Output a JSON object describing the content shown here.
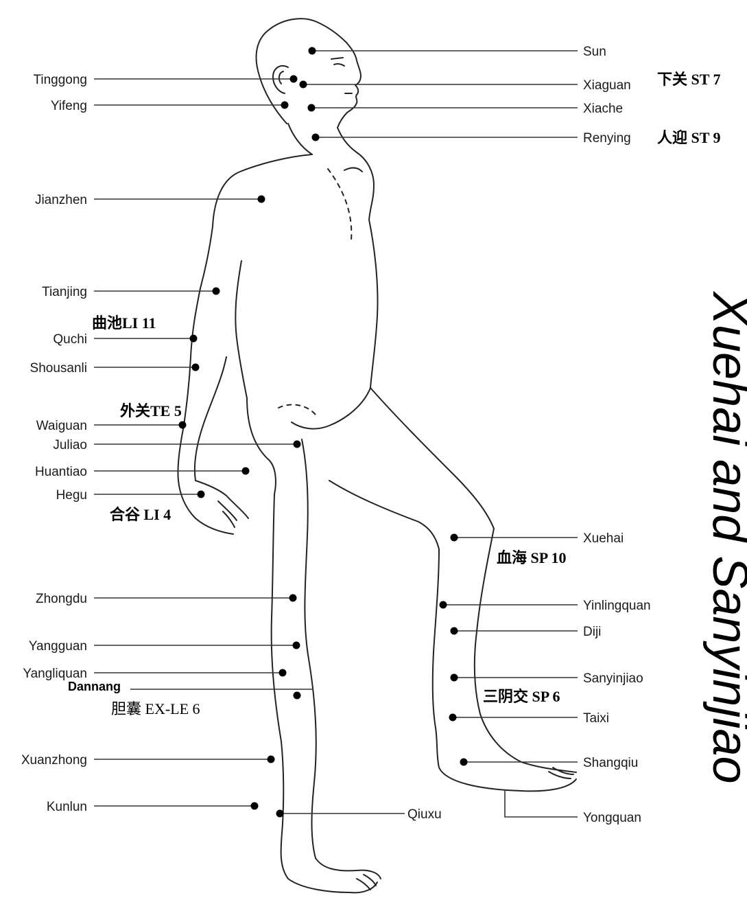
{
  "side_title": "Xuehai and Sanyinjiao",
  "points": {
    "sun": "Sun",
    "tinggong": "Tinggong",
    "xiaguan": "Xiaguan",
    "yifeng": "Yifeng",
    "xiache": "Xiache",
    "renying": "Renying",
    "jianzhen": "Jianzhen",
    "tianjing": "Tianjing",
    "quchi": "Quchi",
    "shousanli": "Shousanli",
    "waiguan": "Waiguan",
    "juliao": "Juliao",
    "huantiao": "Huantiao",
    "hegu": "Hegu",
    "zhongdu": "Zhongdu",
    "yangguan": "Yangguan",
    "yangliquan": "Yangliquan",
    "dannang": "Dannang",
    "xuanzhong": "Xuanzhong",
    "kunlun": "Kunlun",
    "qiuxu": "Qiuxu",
    "xuehai": "Xuehai",
    "yinlingquan": "Yinlingquan",
    "diji": "Diji",
    "sanyinjiao": "Sanyinjiao",
    "taixi": "Taixi",
    "shangqiu": "Shangqiu",
    "yongquan": "Yongquan"
  },
  "annotations": {
    "xiaguan": "下关 ST 7",
    "renying": "人迎 ST 9",
    "quchi": "曲池LI 11",
    "waiguan": "外关TE 5",
    "hegu": "合谷 LI 4",
    "xuehai": "血海 SP 10",
    "dannang": "胆囊 EX-LE 6",
    "sanyinjiao": "三阴交 SP 6"
  }
}
